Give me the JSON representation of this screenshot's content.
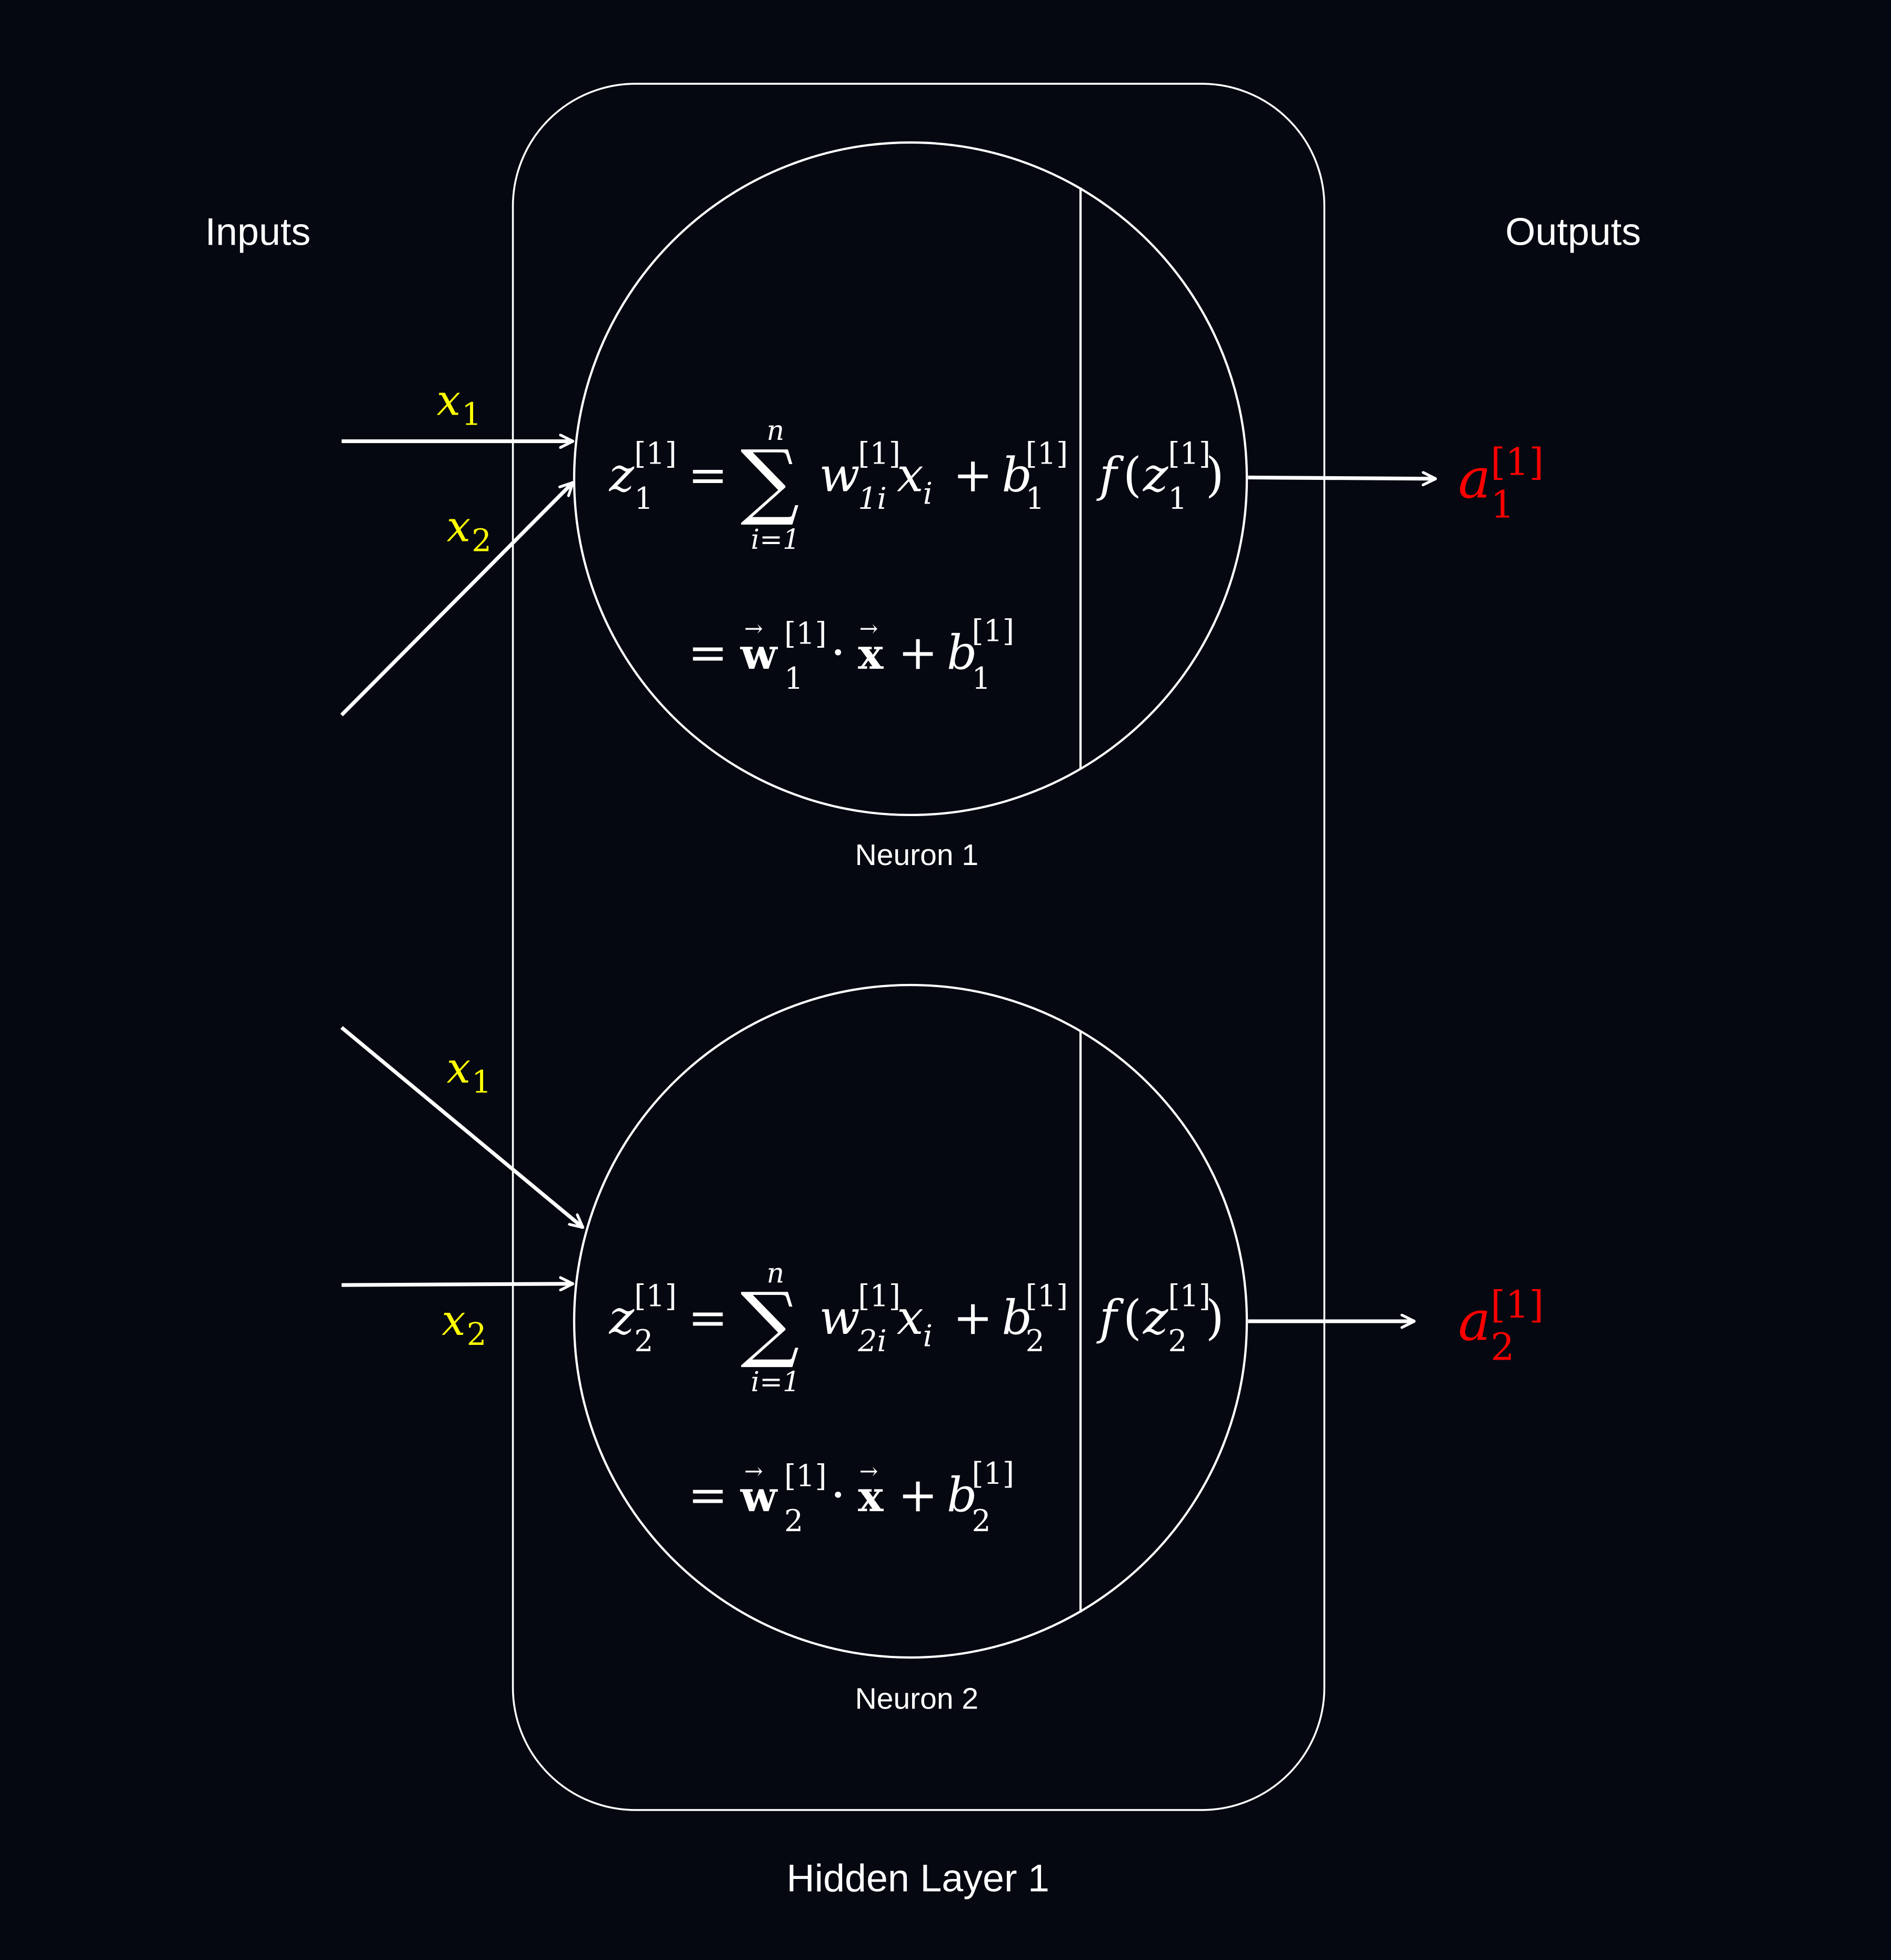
{
  "labels": {
    "inputs": "Inputs",
    "outputs": "Outputs",
    "layer": "Hidden Layer 1"
  },
  "neurons": [
    {
      "caption": "Neuron 1",
      "index": "1",
      "weight_index": "1i",
      "superscript": "[1]",
      "sum_upper": "n",
      "sum_lower": "i=1",
      "inputs": [
        {
          "symbol": "x",
          "sub": "1"
        },
        {
          "symbol": "x",
          "sub": "2"
        }
      ],
      "output": {
        "symbol": "a",
        "sub": "1",
        "sup": "[1]"
      }
    },
    {
      "caption": "Neuron 2",
      "index": "2",
      "weight_index": "2i",
      "superscript": "[1]",
      "sum_upper": "n",
      "sum_lower": "i=1",
      "inputs": [
        {
          "symbol": "x",
          "sub": "1"
        },
        {
          "symbol": "x",
          "sub": "2"
        }
      ],
      "output": {
        "symbol": "a",
        "sub": "2",
        "sup": "[1]"
      }
    }
  ],
  "colors": {
    "background": "#050810",
    "stroke": "#ffffff",
    "input_label": "#ffff00",
    "output_label": "#ff0000"
  }
}
